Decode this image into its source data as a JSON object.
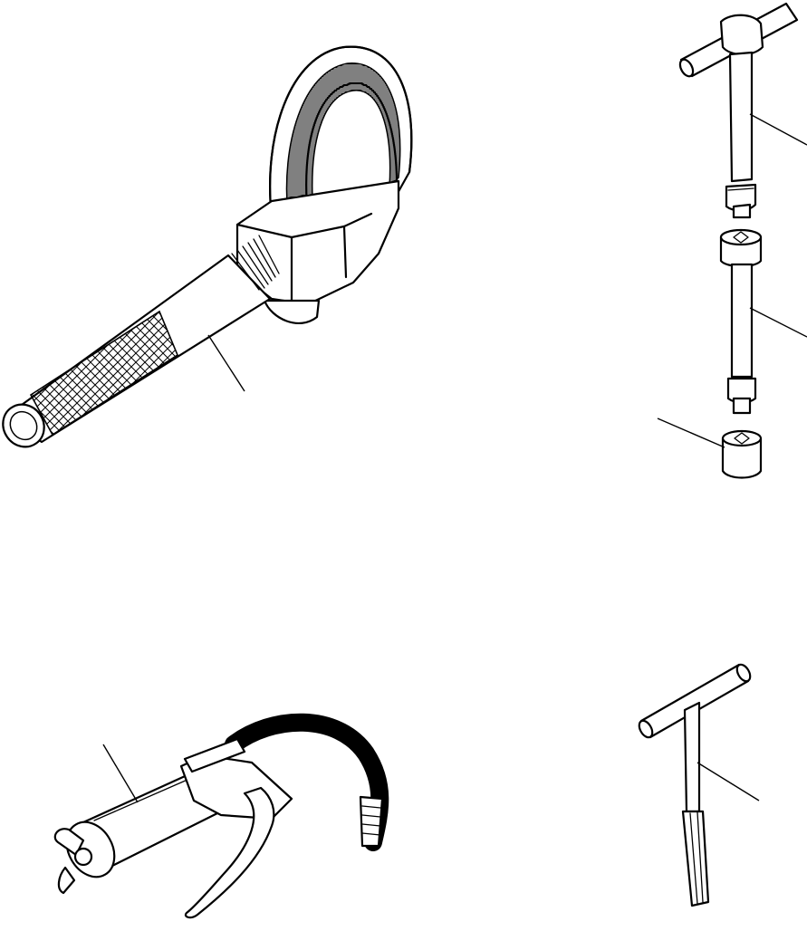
{
  "figure": {
    "tools": [
      {
        "name": "filter-wrench",
        "icon": "filter-wrench-icon"
      },
      {
        "name": "t-handle-socket-wrench-set",
        "icon": "t-handle-socket-wrench-icon"
      },
      {
        "name": "grease-gun",
        "icon": "grease-gun-icon"
      },
      {
        "name": "t-handle-tool",
        "icon": "t-handle-icon"
      }
    ]
  }
}
